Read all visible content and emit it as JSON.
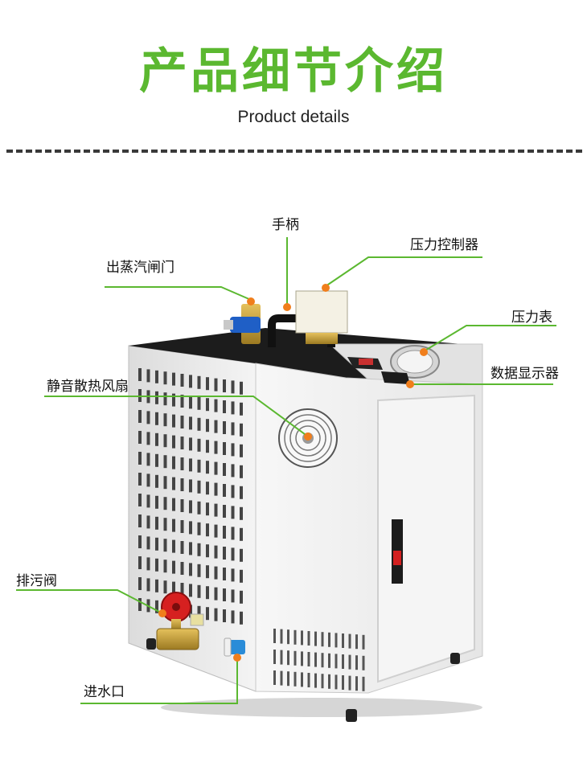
{
  "header": {
    "title": "产品细节介绍",
    "subtitle": "Product details"
  },
  "colors": {
    "accent_green": "#5bb830",
    "dot_orange": "#f07e1c",
    "machine_white": "#f1f1f1"
  },
  "callouts": {
    "handle": "手柄",
    "pressure_controller": "压力控制器",
    "steam_outlet_valve": "出蒸汽闸门",
    "pressure_gauge": "压力表",
    "data_display": "数据显示器",
    "silent_fan": "静音散热风扇",
    "drain_valve": "排污阀",
    "water_inlet": "进水口"
  }
}
